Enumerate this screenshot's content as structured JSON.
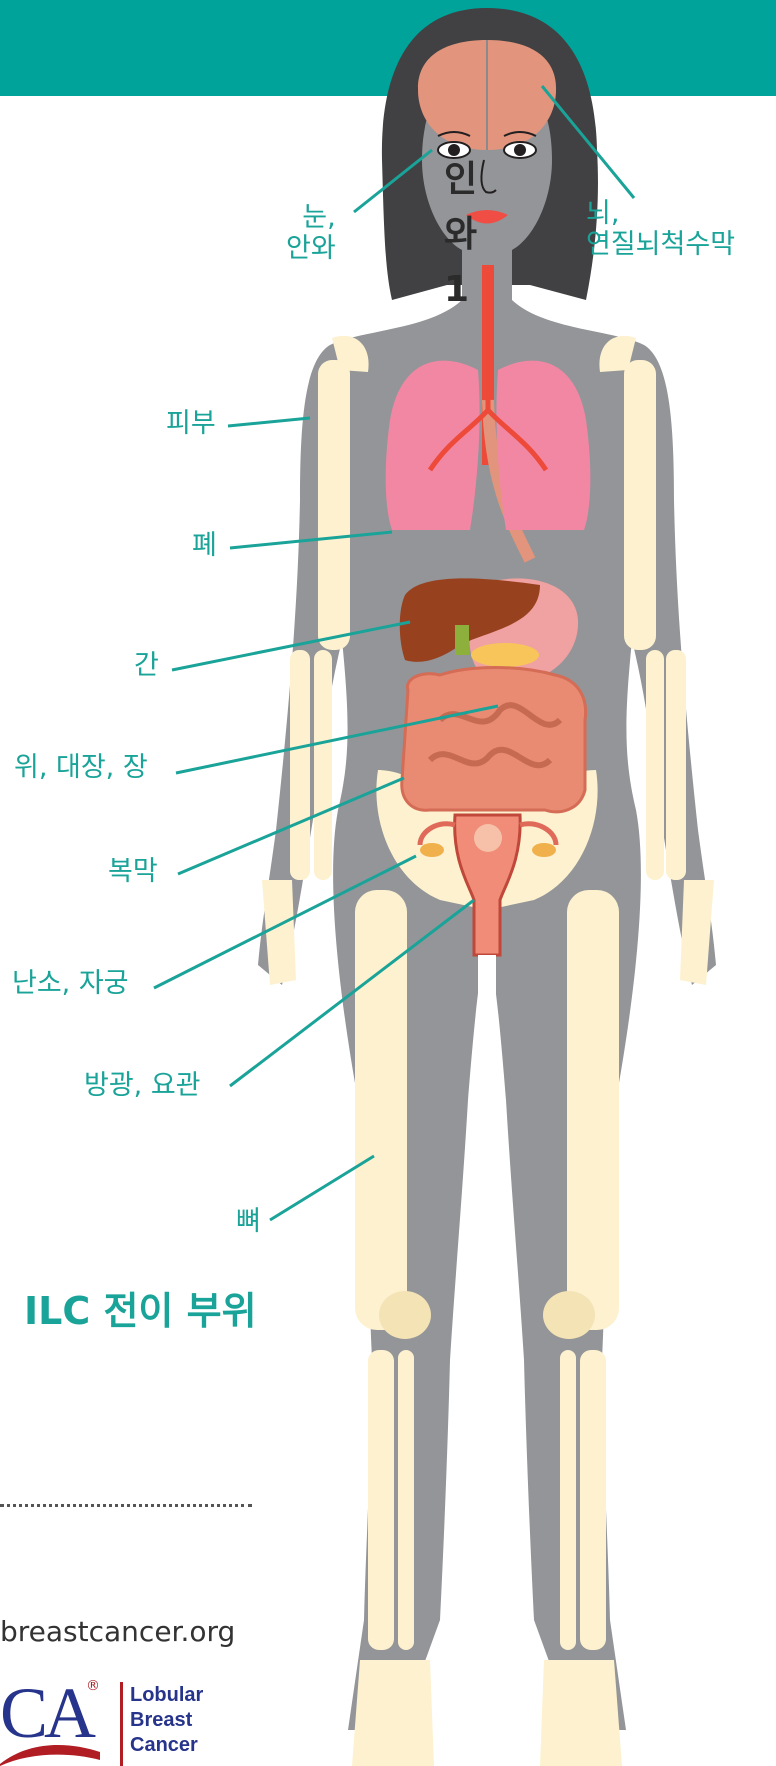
{
  "left_text": {
    "cut_lines": [
      "인",
      "와",
      "1"
    ]
  },
  "organ_labels": {
    "eye": [
      "눈,",
      "안와"
    ],
    "brain": [
      "뇌,",
      "연질뇌척수막"
    ],
    "skin": "피부",
    "lung": "폐",
    "liver": "간",
    "gi": "위, 대장, 장",
    "peritoneum": "복막",
    "ovary_uterus": "난소, 자궁",
    "bladder_ureter": "방광, 요관",
    "bone": "뼈"
  },
  "title": "ILC 전이 부위",
  "footer": {
    "url": "breastcancer.org",
    "logo_letters": "CA",
    "registered_mark": "®",
    "logo_words": [
      "Lobular",
      "Breast",
      "Cancer"
    ]
  },
  "colors": {
    "banner": "#00a39a",
    "label": "#1aa398",
    "body": "#939598",
    "bone": "#fdf1cf",
    "hair": "#414042",
    "lung": "#f287a4",
    "liver": "#98411f",
    "intestine": "#e98a72",
    "trachea": "#ee4a3a"
  }
}
